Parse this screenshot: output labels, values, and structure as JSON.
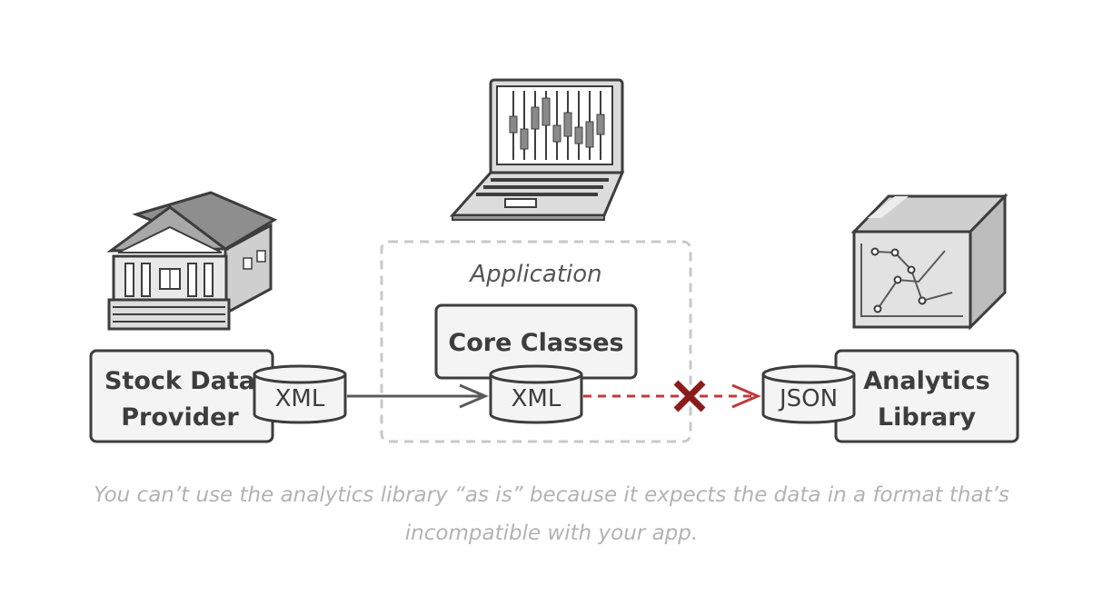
{
  "diagram": {
    "application_label": "Application",
    "stock_provider": {
      "line1": "Stock Data",
      "line2": "Provider",
      "format": "XML"
    },
    "core_classes": {
      "label": "Core Classes",
      "format": "XML"
    },
    "analytics_library": {
      "line1": "Analytics",
      "line2": "Library",
      "format": "JSON"
    },
    "incompatible_marker": "×"
  },
  "caption": "You can’t use the analytics library “as is” because it expects the data in a format that’s incompatible with your app.",
  "colors": {
    "stroke": "#3d3d3d",
    "box_fill": "#f4f4f4",
    "dashed_border": "#c8c8c8",
    "error_red": "#c0393b",
    "cross_dark_red": "#8c1c1c",
    "caption": "#b3b3b3"
  }
}
